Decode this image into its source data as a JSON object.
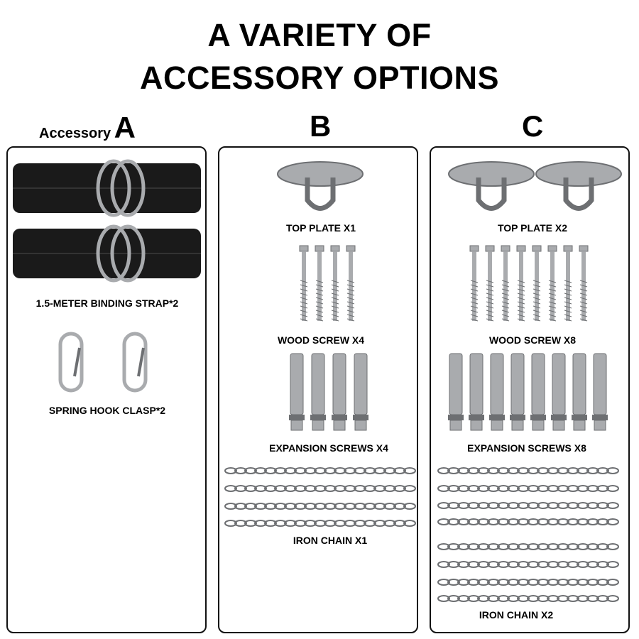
{
  "title": {
    "line1": "A VARIETY OF",
    "line2": "ACCESSORY OPTIONS"
  },
  "columns": {
    "a": {
      "prefix": "Accessory",
      "letter": "A",
      "labels": {
        "strap": "1.5-METER BINDING STRAP*2",
        "hook": "SPRING HOOK CLASP*2"
      }
    },
    "b": {
      "letter": "B",
      "labels": {
        "plate": "TOP PLATE X1",
        "wood": "WOOD SCREW X4",
        "expansion": "EXPANSION SCREWS X4",
        "chain": "IRON CHAIN X1"
      },
      "counts": {
        "plate": 1,
        "wood": 4,
        "expansion": 4,
        "chain": 1
      }
    },
    "c": {
      "letter": "C",
      "labels": {
        "plate": "TOP PLATE X2",
        "wood": "WOOD SCREW X8",
        "expansion": "EXPANSION SCREWS X8",
        "chain": "IRON CHAIN X2"
      },
      "counts": {
        "plate": 2,
        "wood": 8,
        "expansion": 8,
        "chain": 2
      }
    }
  },
  "colors": {
    "strap": "#1a1a1a",
    "metal": "#a9abae",
    "metal_dark": "#6d6f72",
    "border": "#111111"
  }
}
